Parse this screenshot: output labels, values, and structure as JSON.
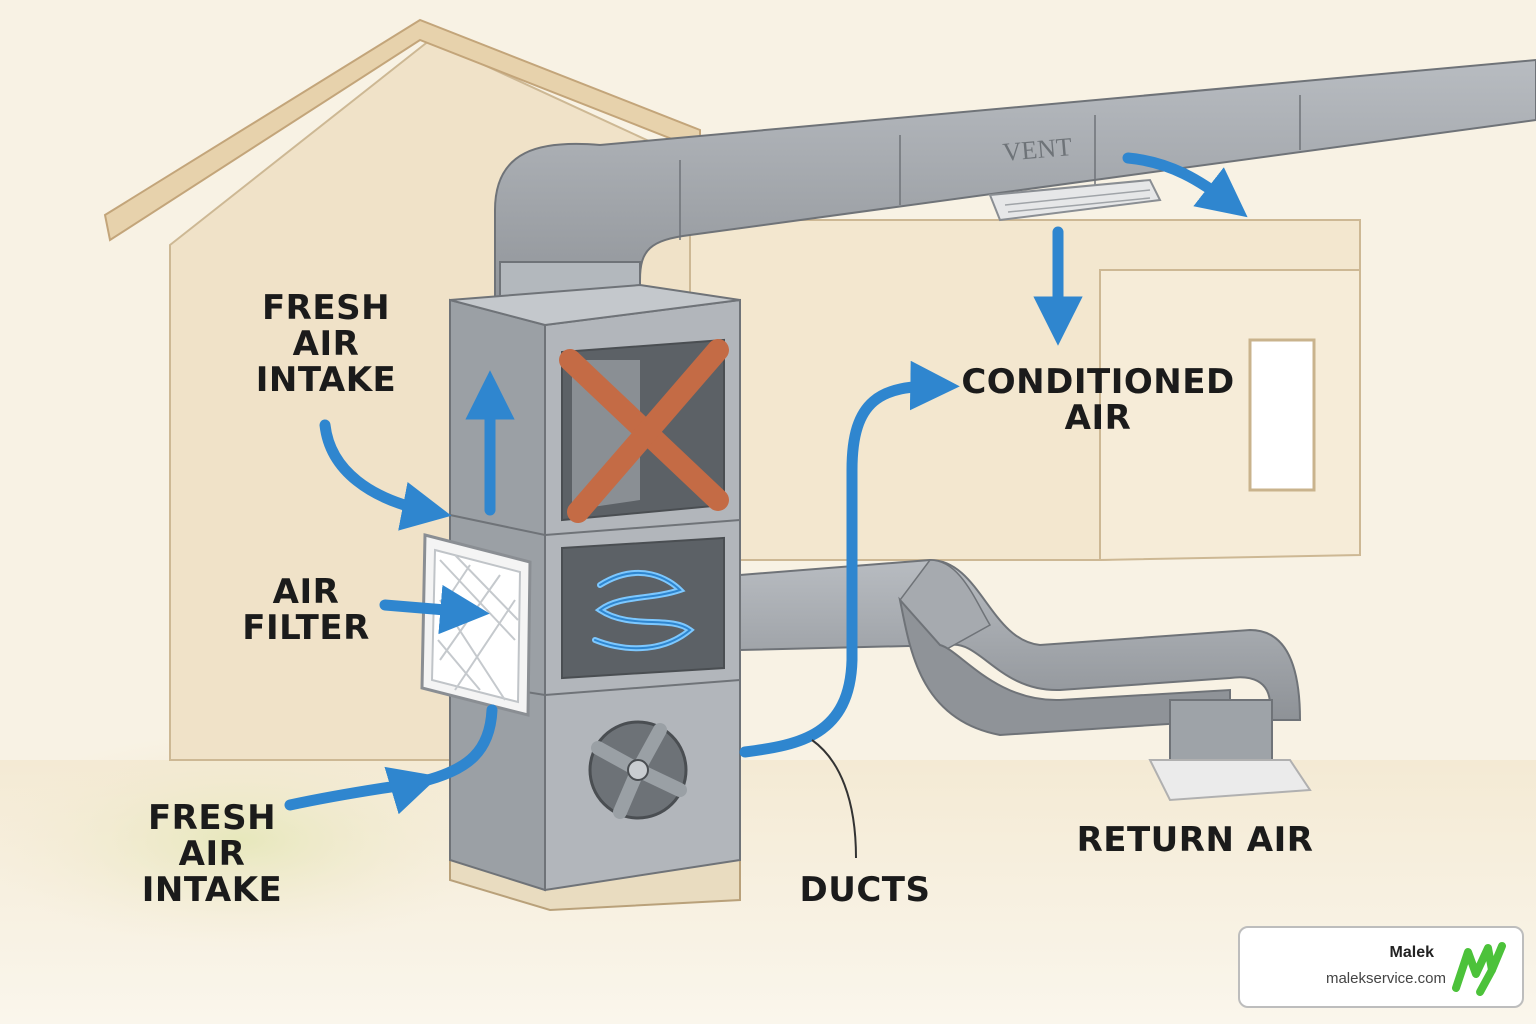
{
  "labels": {
    "fresh_air_intake_top": [
      "FRESH",
      "AIR",
      "INTAKE"
    ],
    "fresh_air_intake_bottom": [
      "FRESH",
      "AIR",
      "INTAKE"
    ],
    "air_filter": [
      "AIR",
      "FILTER"
    ],
    "conditioned_air": [
      "CONDITIONED",
      "AIR"
    ],
    "return_air": "RETURN AIR",
    "ducts": "DUCTS",
    "vent": "VENT"
  },
  "brand": {
    "name": "Malek",
    "url": "malekservice.com",
    "logo_icon": "m-logo-icon"
  },
  "colors": {
    "airflow_arrow": "#2f86cf",
    "duct": "#9fa3a8",
    "cabinet": "#a9adb2",
    "house_wall": "#f0e2c8",
    "coil": "#c46b45",
    "brand_green": "#4cc23a"
  }
}
